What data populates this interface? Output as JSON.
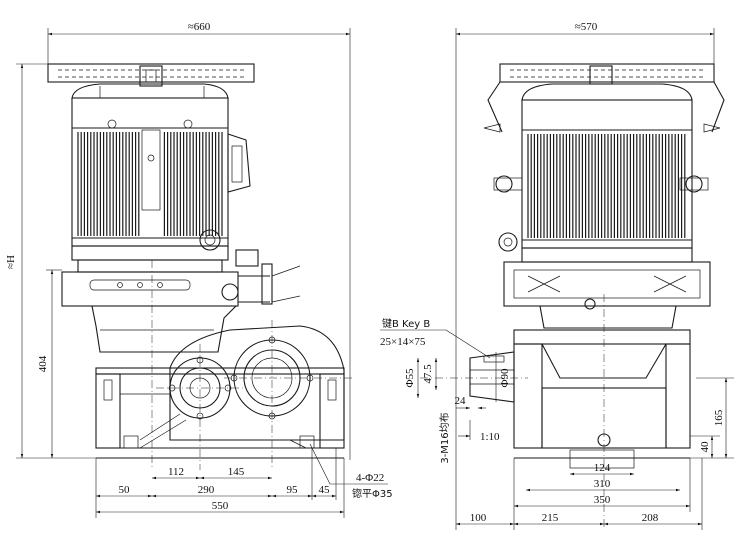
{
  "drawing": {
    "front_view": {
      "overall_width": "≈660",
      "height_label": "≈H",
      "shaft_height": "404",
      "dims": {
        "d112": "112",
        "d145": "145",
        "d50": "50",
        "d290": "290",
        "d95": "95",
        "d45": "45",
        "d550": "550"
      },
      "holes_note": "4-Φ22",
      "spotface_note": "锪平Φ35"
    },
    "side_view": {
      "overall_width": "≈570",
      "key_label_cn": "键B Key B",
      "key_size": "25×14×75",
      "shaft_dia": "Φ55",
      "shaft_key_depth": "47.5",
      "flange_dia": "Φ90",
      "shaft_len": "24",
      "taper": "1:10",
      "bolt_note": "3-M16均布",
      "height_165": "165",
      "height_40": "40",
      "d124": "124",
      "d310": "310",
      "d350": "350",
      "d100": "100",
      "d215": "215",
      "d208": "208"
    }
  }
}
